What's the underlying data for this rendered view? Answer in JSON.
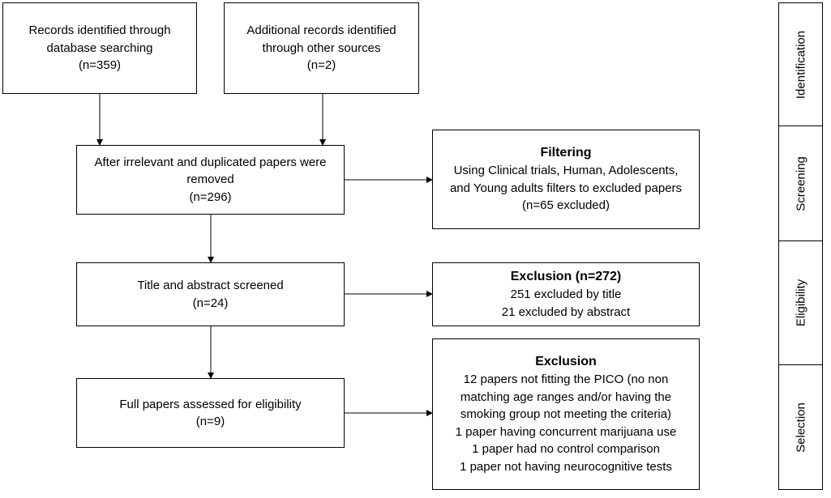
{
  "boxes": {
    "database": {
      "lines": [
        "Records identified through",
        "database searching",
        "(n=359)"
      ]
    },
    "other": {
      "lines": [
        "Additional records identified",
        "through other sources",
        "(n=2)"
      ]
    },
    "deduplicated": {
      "lines": [
        "After irrelevant and duplicated papers were",
        "removed",
        "(n=296)"
      ]
    },
    "filtering": {
      "title": "Filtering",
      "lines": [
        "Using Clinical trials, Human, Adolescents,",
        "and Young adults filters to excluded papers",
        "(n=65 excluded)"
      ]
    },
    "screened": {
      "lines": [
        "Title and abstract screened",
        "(n=24)"
      ]
    },
    "exclusion1": {
      "title": "Exclusion (n=272)",
      "lines": [
        "251 excluded by title",
        "21 excluded by abstract"
      ]
    },
    "fulltext": {
      "lines": [
        "Full papers assessed for eligibility",
        "(n=9)"
      ]
    },
    "exclusion2": {
      "title": "Exclusion",
      "lines": [
        "12 papers not fitting the PICO (no non",
        "matching age ranges and/or having the",
        "smoking group not meeting the criteria)",
        "1 paper having concurrent marijuana use",
        "1 paper had no control comparison",
        "1 paper not having neurocognitive tests"
      ]
    }
  },
  "stages": [
    "Identification",
    "Screening",
    "Eligibility",
    "Selection"
  ]
}
